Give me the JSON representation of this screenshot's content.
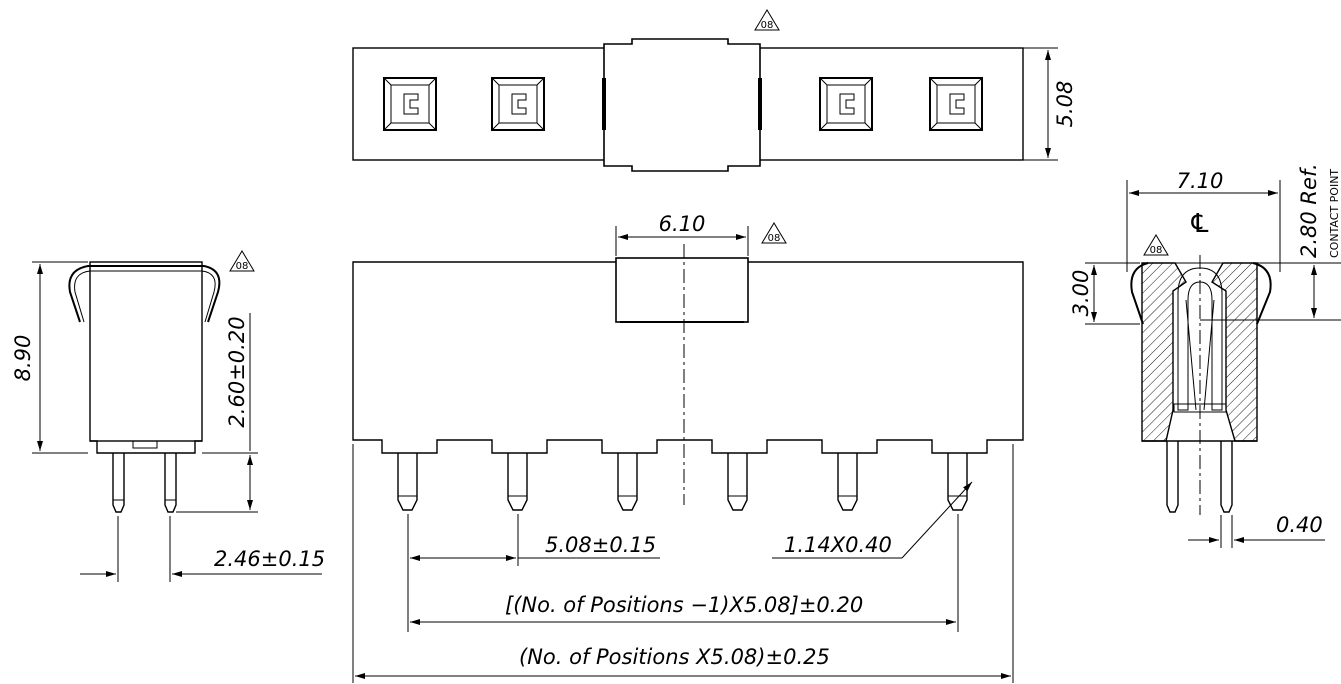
{
  "revision_marker": "08",
  "top_view": {
    "height_dim": "5.08"
  },
  "left_view": {
    "height_dim": "8.90",
    "pin_dim": "2.60±0.20",
    "pitch_dim": "2.46±0.15"
  },
  "front_view": {
    "latch_width_dim": "6.10",
    "pitch_dim": "5.08±0.15",
    "pin_size_dim": "1.14X0.40",
    "pin_span_dim": "[(No. of Positions −1)X5.08]±0.20",
    "overall_dim": "(No. of Positions X5.08)±0.25"
  },
  "right_view": {
    "width_dim": "7.10",
    "centerline_label": "℄",
    "ref_dim": "2.80 Ref.",
    "contact_point_label": "CONTACT POINT",
    "depth_dim": "3.00",
    "pin_thickness_dim": "0.40"
  }
}
